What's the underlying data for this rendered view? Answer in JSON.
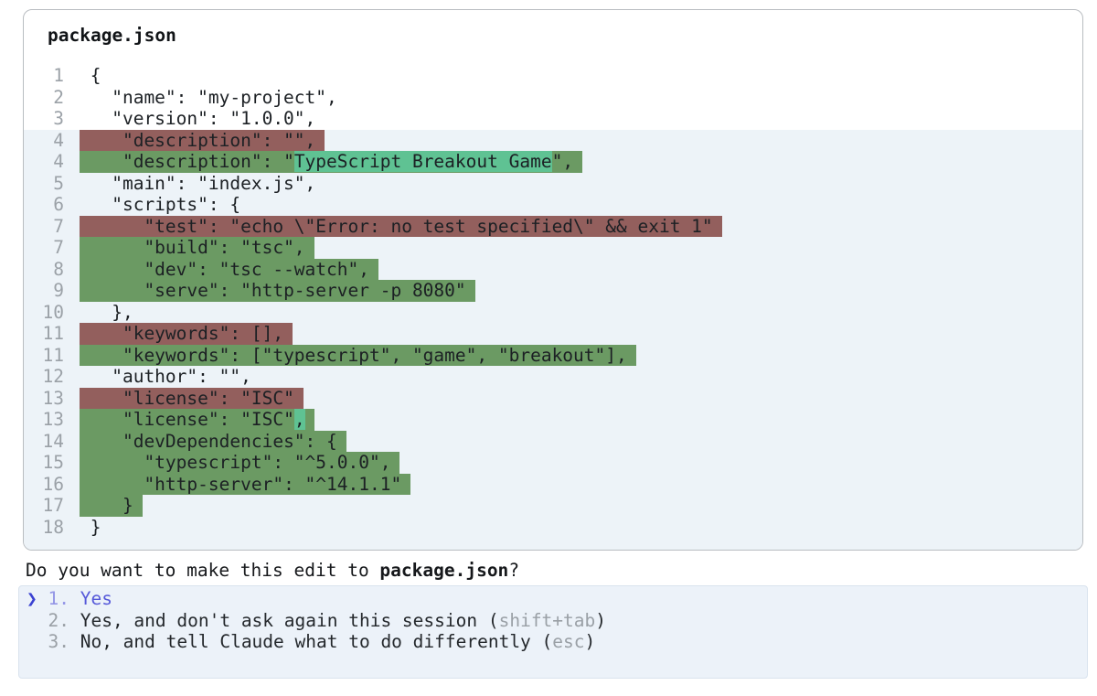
{
  "panel": {
    "title": "package.json"
  },
  "diff": {
    "rows": [
      {
        "n": "1",
        "type": "ctx",
        "zone": "white",
        "text": "{"
      },
      {
        "n": "2",
        "type": "ctx",
        "zone": "white",
        "text": "  \"name\": \"my-project\","
      },
      {
        "n": "3",
        "type": "ctx",
        "zone": "white",
        "text": "  \"version\": \"1.0.0\","
      },
      {
        "n": "4",
        "type": "removed",
        "zone": "blue",
        "text": "  \"description\": \"\","
      },
      {
        "n": "4",
        "type": "added",
        "zone": "blue",
        "segments": [
          {
            "t": "  \"description\": \"",
            "hl": false
          },
          {
            "t": "TypeScript Breakout Game",
            "hl": true
          },
          {
            "t": "\",",
            "hl": false
          }
        ]
      },
      {
        "n": "5",
        "type": "ctx",
        "zone": "blue",
        "text": "  \"main\": \"index.js\","
      },
      {
        "n": "6",
        "type": "ctx",
        "zone": "blue",
        "text": "  \"scripts\": {"
      },
      {
        "n": "7",
        "type": "removed",
        "zone": "blue",
        "text": "    \"test\": \"echo \\\"Error: no test specified\\\" && exit 1\""
      },
      {
        "n": "7",
        "type": "added",
        "zone": "blue",
        "text": "    \"build\": \"tsc\","
      },
      {
        "n": "8",
        "type": "added",
        "zone": "blue",
        "text": "    \"dev\": \"tsc --watch\","
      },
      {
        "n": "9",
        "type": "added",
        "zone": "blue",
        "text": "    \"serve\": \"http-server -p 8080\""
      },
      {
        "n": "10",
        "type": "ctx",
        "zone": "blue",
        "text": "  },"
      },
      {
        "n": "11",
        "type": "removed",
        "zone": "blue",
        "text": "  \"keywords\": [],"
      },
      {
        "n": "11",
        "type": "added",
        "zone": "blue",
        "text": "  \"keywords\": [\"typescript\", \"game\", \"breakout\"],"
      },
      {
        "n": "12",
        "type": "ctx",
        "zone": "blue",
        "text": "  \"author\": \"\","
      },
      {
        "n": "13",
        "type": "removed",
        "zone": "blue",
        "text": "  \"license\": \"ISC\""
      },
      {
        "n": "13",
        "type": "added",
        "zone": "blue",
        "segments": [
          {
            "t": "  \"license\": \"ISC\"",
            "hl": false
          },
          {
            "t": ",",
            "hl": true
          }
        ]
      },
      {
        "n": "14",
        "type": "added",
        "zone": "blue",
        "text": "  \"devDependencies\": {"
      },
      {
        "n": "15",
        "type": "added",
        "zone": "blue",
        "text": "    \"typescript\": \"^5.0.0\","
      },
      {
        "n": "16",
        "type": "added",
        "zone": "blue",
        "text": "    \"http-server\": \"^14.1.1\""
      },
      {
        "n": "17",
        "type": "added",
        "zone": "blue",
        "text": "  }"
      },
      {
        "n": "18",
        "type": "ctx",
        "zone": "blue",
        "text": "}"
      }
    ]
  },
  "prompt": {
    "prefix": "Do you want to make this edit to ",
    "filename": "package.json",
    "suffix": "?"
  },
  "options": [
    {
      "marker": "❯",
      "number": "1.",
      "selected": true,
      "segments": [
        {
          "t": "Yes",
          "c": "selected"
        }
      ]
    },
    {
      "marker": " ",
      "number": "2.",
      "selected": false,
      "segments": [
        {
          "t": "Yes, and don't ask again this session (",
          "c": "normal"
        },
        {
          "t": "shift+tab",
          "c": "dim"
        },
        {
          "t": ")",
          "c": "normal"
        }
      ]
    },
    {
      "marker": " ",
      "number": "3.",
      "selected": false,
      "segments": [
        {
          "t": "No, and tell Claude what to do differently (",
          "c": "normal"
        },
        {
          "t": "esc",
          "c": "dim"
        },
        {
          "t": ")",
          "c": "normal"
        }
      ]
    }
  ],
  "colors": {
    "panel_border": "#b9bdc1",
    "diff_bg": "#edf3f8",
    "removed_bg": "#935f5d",
    "added_bg": "#6b9a63",
    "added_word_bg": "#5fc293",
    "gutter_text": "#9ba1a7",
    "code_text": "#1c2024",
    "options_bg": "#ecf2f9",
    "options_border": "#d9e3ee",
    "selected_arrow": "#3a41d1",
    "selected_number": "#9395e6",
    "selected_text": "#5558d9",
    "option_number": "#9aa0a6",
    "option_text": "#24282c",
    "key_hint": "#9aa0a6"
  }
}
